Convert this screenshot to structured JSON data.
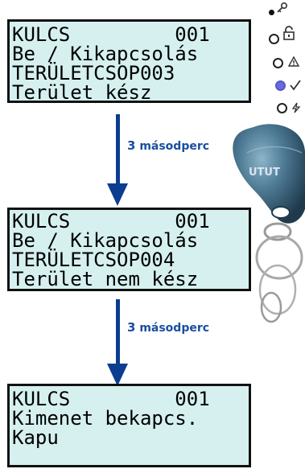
{
  "screens": [
    {
      "lines": [
        "KULCS         001",
        "Be / Kikapcsolás",
        "TERÜLETCSOP003",
        "Terület kész"
      ]
    },
    {
      "lines": [
        "KULCS         001",
        "Be / Kikapcsolás",
        "TERÜLETCSOP004",
        "Terület nem kész"
      ]
    },
    {
      "lines": [
        "KULCS         001",
        "Kimenet bekapcs.",
        "Kapu",
        ""
      ]
    }
  ],
  "arrows": [
    {
      "number": "3",
      "label": "másodperc"
    },
    {
      "number": "3",
      "label": "másodperc"
    }
  ],
  "indicators": [
    {
      "icon": "key-icon",
      "state": "on"
    },
    {
      "icon": "unlock-icon",
      "state": "off"
    },
    {
      "icon": "warning-icon",
      "state": "off"
    },
    {
      "icon": "check-icon",
      "state": "lit"
    },
    {
      "icon": "power-fault-icon",
      "state": "off"
    }
  ],
  "fob": {
    "brand": "UTUT"
  },
  "colors": {
    "arrow": "#0b3d91",
    "label": "#1a4fa0",
    "lcd_bg": "#d6f0f0",
    "led_lit": "#6a6adf"
  }
}
